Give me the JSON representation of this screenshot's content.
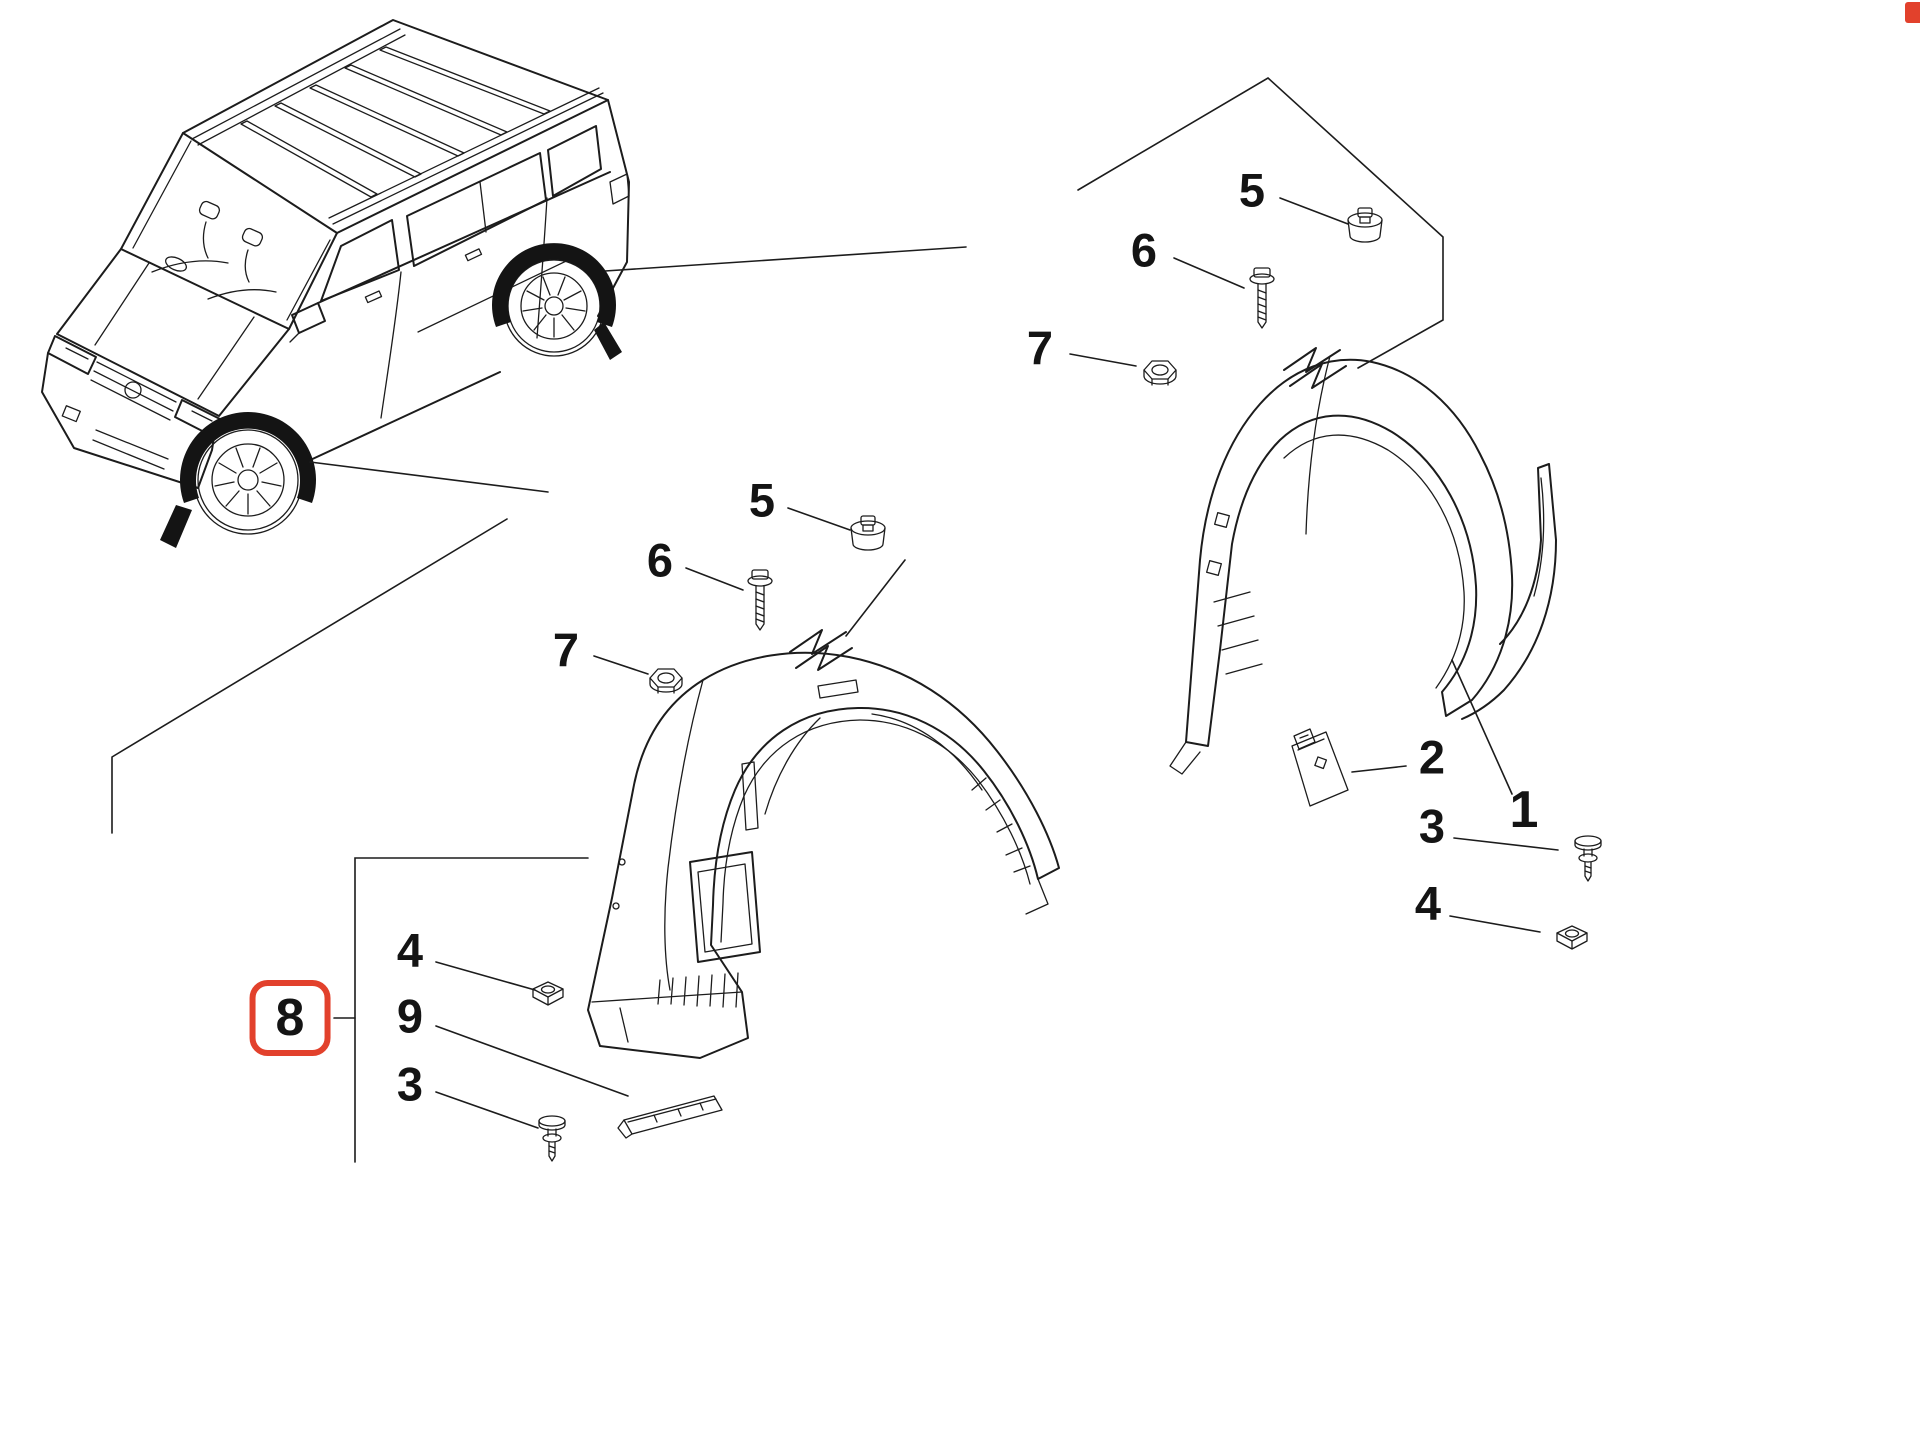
{
  "diagram": {
    "highlight_color": "#e2412c",
    "highlighted_item": "8"
  },
  "callouts": {
    "front_group_5": "5",
    "front_group_6": "6",
    "front_group_7": "7",
    "rear_group_5": "5",
    "rear_group_6": "6",
    "rear_group_7": "7",
    "item_2": "2",
    "item_3_rear": "3",
    "item_1": "1",
    "item_4_rear": "4",
    "item_4_front": "4",
    "item_8": "8",
    "item_9": "9",
    "item_3_front": "3"
  }
}
